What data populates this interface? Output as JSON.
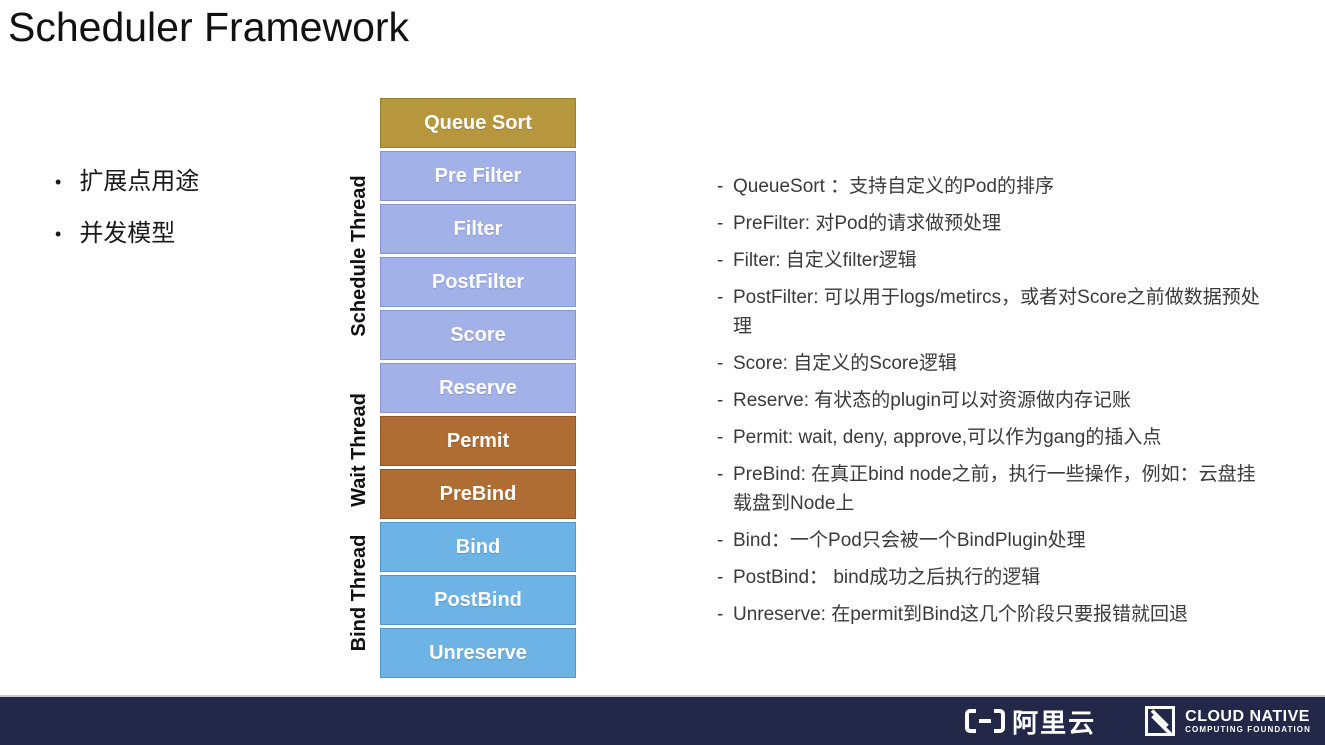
{
  "slide": {
    "title": "Scheduler Framework"
  },
  "left_bullets": {
    "bullet_char": "•",
    "items": [
      {
        "text": "扩展点用途"
      },
      {
        "text": "并发模型"
      }
    ]
  },
  "stack": {
    "boxes": [
      {
        "label": "Queue Sort",
        "group": "queue"
      },
      {
        "label": "Pre Filter",
        "group": "schedule"
      },
      {
        "label": "Filter",
        "group": "schedule"
      },
      {
        "label": "PostFilter",
        "group": "schedule"
      },
      {
        "label": "Score",
        "group": "schedule"
      },
      {
        "label": "Reserve",
        "group": "schedule"
      },
      {
        "label": "Permit",
        "group": "wait"
      },
      {
        "label": "PreBind",
        "group": "wait"
      },
      {
        "label": "Bind",
        "group": "bind"
      },
      {
        "label": "PostBind",
        "group": "bind"
      },
      {
        "label": "Unreserve",
        "group": "bind"
      }
    ],
    "thread_labels": [
      {
        "label": "Schedule Thread"
      },
      {
        "label": "Wait Thread"
      },
      {
        "label": "Bind Thread"
      }
    ]
  },
  "notes": {
    "bullet_char": "-",
    "items": [
      {
        "text": "QueueSort ：支持自定义的Pod的排序"
      },
      {
        "text": "PreFilter: 对Pod的请求做预处理"
      },
      {
        "text": "Filter: 自定义filter逻辑"
      },
      {
        "text": "PostFilter: 可以用于logs/metircs，或者对Score之前做数据预处理"
      },
      {
        "text": "Score: 自定义的Score逻辑"
      },
      {
        "text": "Reserve: 有状态的plugin可以对资源做内存记账"
      },
      {
        "text": "Permit: wait, deny, approve,可以作为gang的插入点"
      },
      {
        "text": "PreBind: 在真正bind node之前，执行一些操作，例如：云盘挂载盘到Node上"
      },
      {
        "text": "Bind：一个Pod只会被一个BindPlugin处理"
      },
      {
        "text": "PostBind： bind成功之后执行的逻辑"
      },
      {
        "text": "Unreserve: 在permit到Bind这几个阶段只要报错就回退"
      }
    ]
  },
  "footer": {
    "alibaba_text": "阿里云",
    "cncf_line1": "CLOUD NATIVE",
    "cncf_line2": "COMPUTING FOUNDATION"
  },
  "colors": {
    "queue_sort_fill": "#B7973E",
    "schedule_phase_fill": "#A2B1E7",
    "wait_phase_fill": "#AF6D33",
    "bind_phase_fill": "#6DB3E6",
    "footer_bar": "#232848"
  }
}
